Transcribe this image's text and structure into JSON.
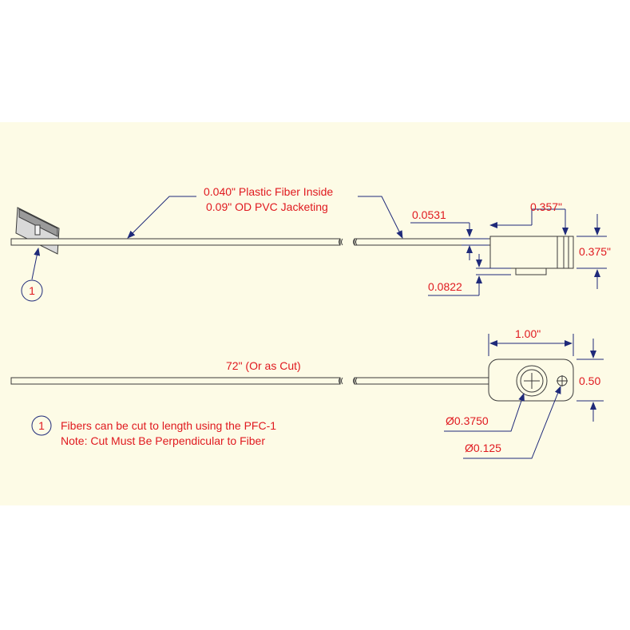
{
  "colors": {
    "sheet_background": "#fdfbe6",
    "page_background": "#ffffff",
    "dimension_text": "#e0191f",
    "leader_lines": "#1f2a7a",
    "part_outline": "#3a3a3a"
  },
  "top_view": {
    "fiber_callout_line1": "0.040\" Plastic Fiber Inside",
    "fiber_callout_line2": "0.09\" OD PVC Jacketing",
    "dim_fiber_offset": "0.0531",
    "dim_body_length": "0.357\"",
    "dim_body_height": "0.375\"",
    "dim_tab_offset": "0.0822",
    "callout_balloon": "1"
  },
  "bottom_view": {
    "dim_fiber_length": "72\" (Or as Cut)",
    "dim_body_width": "1.00\"",
    "dim_body_depth": "0.50",
    "dim_large_hole": "Ø0.3750",
    "dim_small_hole": "Ø0.125"
  },
  "notes": {
    "balloon": "1",
    "line1": "Fibers can be cut to length using the PFC-1",
    "line2": "Note: Cut Must Be Perpendicular to Fiber"
  },
  "icons": {
    "razor_blade": "razor-blade-icon",
    "mounting_hole_large": "crosshair-hole-icon",
    "mounting_hole_small": "crosshair-hole-icon"
  }
}
